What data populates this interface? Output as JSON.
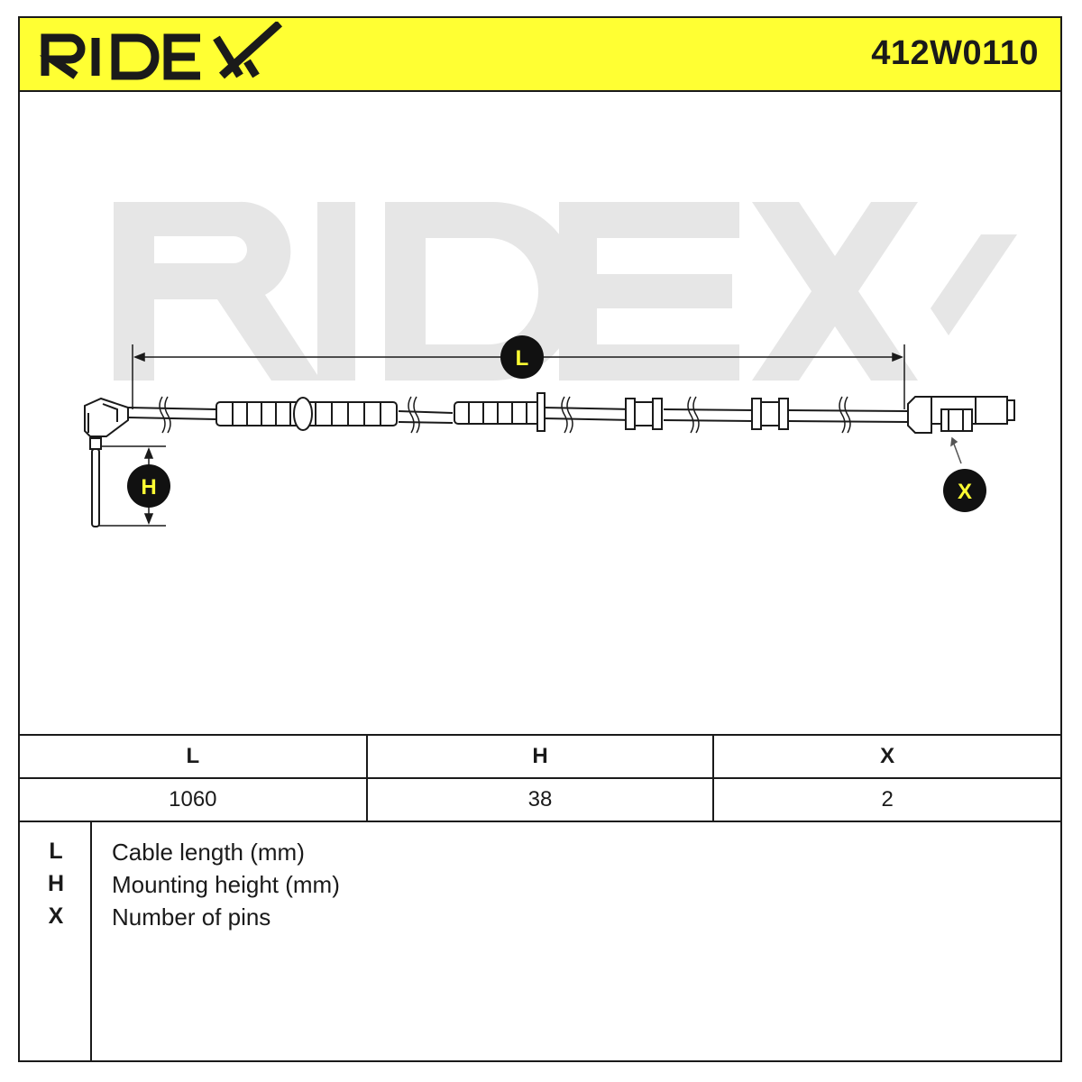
{
  "header": {
    "brand": "RIDEX",
    "part_number": "412W0110",
    "background_color": "#ffff33"
  },
  "drawing": {
    "watermark": "RIDEX",
    "markers": {
      "L": "L",
      "H": "H",
      "X": "X"
    },
    "marker_colors": {
      "fill": "#111111",
      "text": "#ffff33"
    }
  },
  "dimensions": {
    "headers": [
      "L",
      "H",
      "X"
    ],
    "values": [
      "1060",
      "38",
      "2"
    ]
  },
  "legend": [
    {
      "key": "L",
      "text": "Cable length (mm)"
    },
    {
      "key": "H",
      "text": "Mounting height (mm)"
    },
    {
      "key": "X",
      "text": "Number of pins"
    }
  ]
}
